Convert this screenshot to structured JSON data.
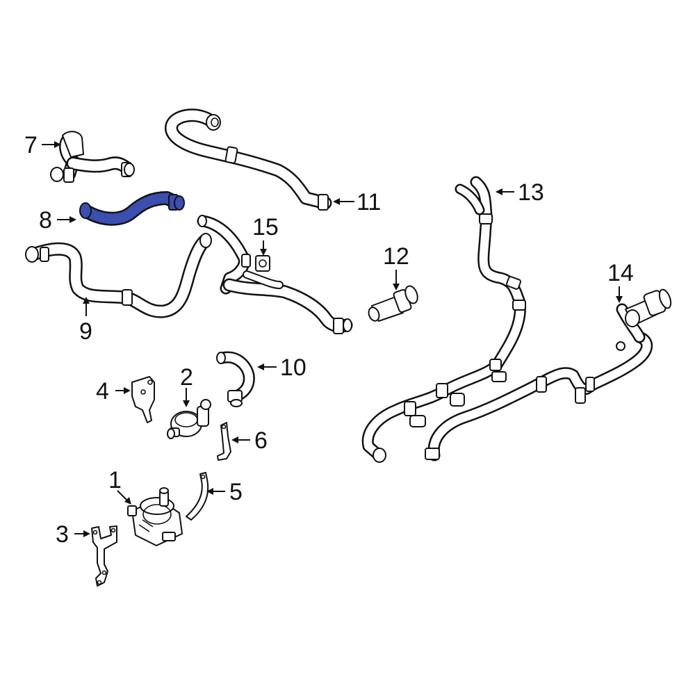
{
  "diagram": {
    "highlight_color": "#3a4fb0",
    "line_color": "#111111",
    "callouts": [
      {
        "id": "1",
        "label": "1"
      },
      {
        "id": "2",
        "label": "2"
      },
      {
        "id": "3",
        "label": "3"
      },
      {
        "id": "4",
        "label": "4"
      },
      {
        "id": "5",
        "label": "5"
      },
      {
        "id": "6",
        "label": "6"
      },
      {
        "id": "7",
        "label": "7"
      },
      {
        "id": "8",
        "label": "8",
        "highlighted": true
      },
      {
        "id": "9",
        "label": "9"
      },
      {
        "id": "10",
        "label": "10"
      },
      {
        "id": "11",
        "label": "11"
      },
      {
        "id": "12",
        "label": "12"
      },
      {
        "id": "13",
        "label": "13"
      },
      {
        "id": "14",
        "label": "14"
      },
      {
        "id": "15",
        "label": "15"
      }
    ]
  }
}
